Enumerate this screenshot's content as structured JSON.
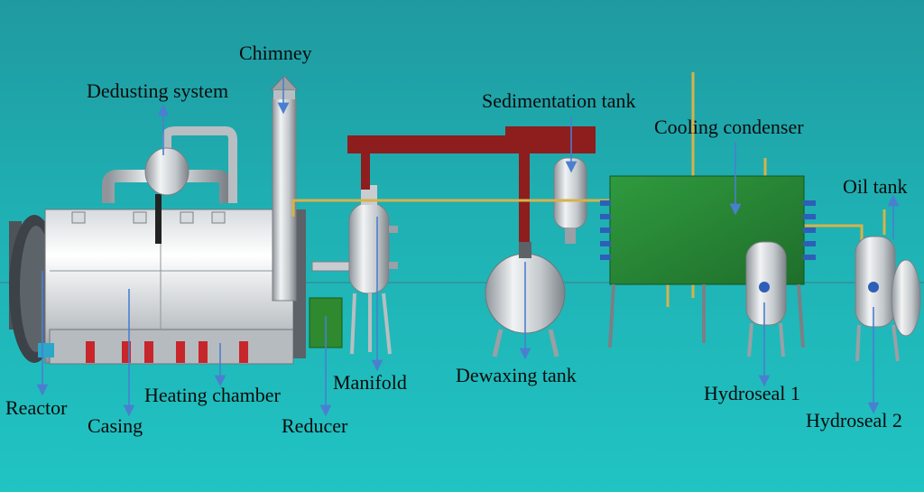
{
  "labels": {
    "chimney": "Chimney",
    "dedusting_system": "Dedusting system",
    "sedimentation_tank": "Sedimentation tank",
    "cooling_condenser": "Cooling condenser",
    "oil_tank": "Oil tank",
    "reactor": "Reactor",
    "casing": "Casing",
    "heating_chamber": "Heating chamber",
    "reducer": "Reducer",
    "manifold": "Manifold",
    "dewaxing_tank": "Dewaxing tank",
    "hydroseal_1": "Hydroseal 1",
    "hydroseal_2": "Hydroseal 2"
  },
  "colors": {
    "background": "#1fb1b4",
    "arrow": "#4a7fd0",
    "steel": "#c9cdd1",
    "red_pipe": "#8e1d1d",
    "condenser_green": "#2e8b3a",
    "yellow_pipe": "#d7b24a",
    "coil_blue": "#2d5fb8"
  }
}
